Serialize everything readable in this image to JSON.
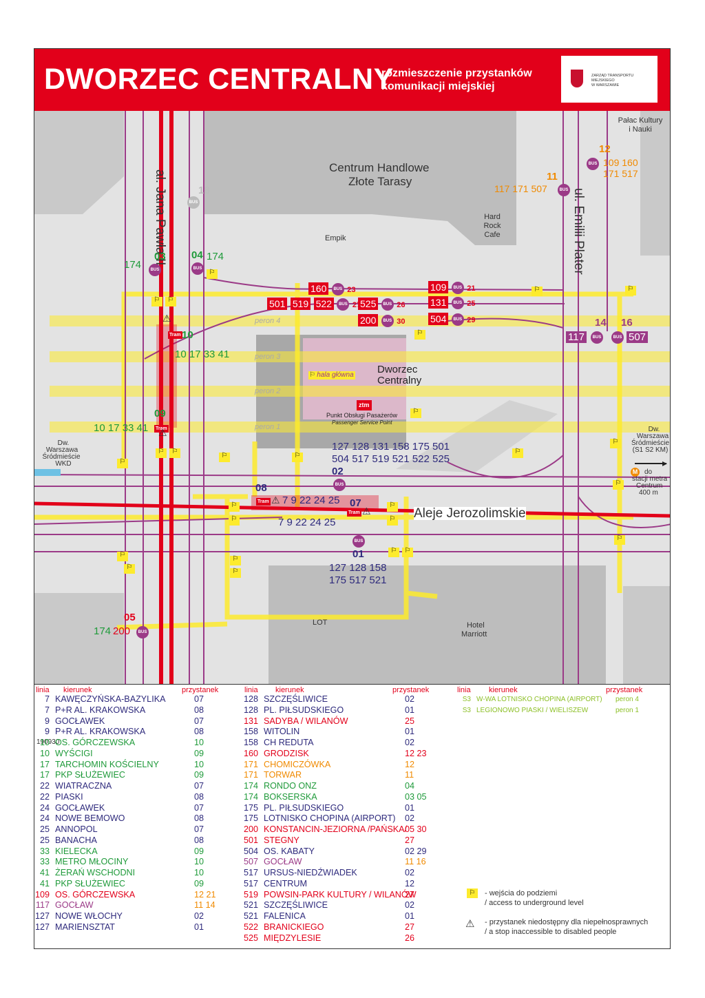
{
  "header": {
    "title": "DWORZEC CENTRALNY",
    "subtitle_line1": "rozmieszczenie przystanków",
    "subtitle_line2": "komunikacji miejskiej",
    "logo_line1": "ZARZĄD TRANSPORTU MIEJSKIEGO",
    "logo_line2": "W WARSZAWIE"
  },
  "colors": {
    "brand_red": "#e2001a",
    "tram_red": "#e2001a",
    "bus_purple": "#9b3a87",
    "navy": "#2e2a7c",
    "green": "#1f9a3a",
    "orange": "#f08a00",
    "yellow_underground": "#fdeb2d",
    "building_gray": "#bdbdbd",
    "ground_gray": "#e3e3e3"
  },
  "map": {
    "version": "190930",
    "streets": {
      "jana_pawla": "al. Jana Pawła II",
      "emilii_plater": "ul. Emilii Plater",
      "jerozolimskie": "Aleje Jerozolimskie"
    },
    "landmarks": {
      "palac": "Pałac Kultury i Nauki",
      "zlote_tarasy_1": "Centrum Handlowe",
      "zlote_tarasy_2": "Złote Tarasy",
      "hard_rock": "Hard Rock Cafe",
      "empik": "Empik",
      "dworzec_1": "Dworzec",
      "dworzec_2": "Centralny",
      "hala": "hala główna",
      "ztm": "ztm",
      "pop_1": "Punkt Obsługi Pasażerów",
      "pop_2": "Passenger Service Point",
      "lot": "LOT",
      "marriott_1": "Hotel",
      "marriott_2": "Marriott",
      "wkd_1": "Dw.",
      "wkd_2": "Warszawa",
      "wkd_3": "Śródmieście",
      "wkd_4": "WKD",
      "skm_1": "Dw.",
      "skm_2": "Warszawa",
      "skm_3": "Śródmieście",
      "skm_4": "(S1 S2 KM)",
      "metro_1": "do",
      "metro_2": "stacji metra",
      "metro_3": "Centrum",
      "metro_4": "400 m",
      "metro_symbol": "M"
    },
    "platforms": [
      "peron 4",
      "peron 3",
      "peron 2",
      "peron 1"
    ],
    "bus_label": "BUS",
    "tram_label": "Tram",
    "stops": {
      "s01": {
        "num": "01",
        "lines1": "127 128 158",
        "lines2": "175 517 521"
      },
      "s02": {
        "num": "02",
        "lines1": "127 128 131 158 175 501",
        "lines2": "504 517 519 521 522 525"
      },
      "s03": {
        "num": "03",
        "lines": "174"
      },
      "s04": {
        "num": "04",
        "lines": "174"
      },
      "s05": {
        "num": "05",
        "lines_a": "174",
        "lines_b": "200"
      },
      "s07": {
        "num": "07",
        "lines": "7 9 22 24 25"
      },
      "s08": {
        "num": "08",
        "lines": "7 9 22 24 25"
      },
      "s09": {
        "num": "09",
        "lines": "10 17 33 41"
      },
      "s10": {
        "num": "10",
        "lines": "10 17 33 41"
      },
      "s11": {
        "num": "11",
        "lines": "117 171 507"
      },
      "s12": {
        "num": "12",
        "lines1": "109 160",
        "lines2": "171 517"
      },
      "s14": {
        "num": "14",
        "lines": "117"
      },
      "s16": {
        "num": "16",
        "lines": "507"
      },
      "s18": {
        "num": "18"
      },
      "s21": {
        "num": "21",
        "lines": "109"
      },
      "s23": {
        "num": "23",
        "lines": "160"
      },
      "s25": {
        "num": "25",
        "lines": "131"
      },
      "s26": {
        "num": "26",
        "lines": "525"
      },
      "s27": {
        "num": "27",
        "lines": [
          "501",
          "519",
          "522"
        ]
      },
      "s29": {
        "num": "29",
        "lines": "504"
      },
      "s30": {
        "num": "30",
        "lines": "200"
      }
    }
  },
  "legend": {
    "col_linia": "linia",
    "col_kierunek": "kierunek",
    "col_przystanek": "przystanek",
    "col1": [
      {
        "line": "7",
        "dir": "KAWĘCZYŃSKA-BAZYLIKA",
        "stop": "07",
        "color": "#2e2a7c"
      },
      {
        "line": "7",
        "dir": "P+R AL. KRAKOWSKA",
        "stop": "08",
        "color": "#2e2a7c"
      },
      {
        "line": "9",
        "dir": "GOCŁAWEK",
        "stop": "07",
        "color": "#2e2a7c"
      },
      {
        "line": "9",
        "dir": "P+R AL. KRAKOWSKA",
        "stop": "08",
        "color": "#2e2a7c"
      },
      {
        "line": "10",
        "dir": "OS. GÓRCZEWSKA",
        "stop": "10",
        "color": "#1f9a3a"
      },
      {
        "line": "10",
        "dir": "WYŚCIGI",
        "stop": "09",
        "color": "#1f9a3a"
      },
      {
        "line": "17",
        "dir": "TARCHOMIN KOŚCIELNY",
        "stop": "10",
        "color": "#1f9a3a"
      },
      {
        "line": "17",
        "dir": "PKP SŁUŻEWIEC",
        "stop": "09",
        "color": "#1f9a3a"
      },
      {
        "line": "22",
        "dir": "WIATRACZNA",
        "stop": "07",
        "color": "#2e2a7c"
      },
      {
        "line": "22",
        "dir": "PIASKI",
        "stop": "08",
        "color": "#2e2a7c"
      },
      {
        "line": "24",
        "dir": "GOCŁAWEK",
        "stop": "07",
        "color": "#2e2a7c"
      },
      {
        "line": "24",
        "dir": "NOWE BEMOWO",
        "stop": "08",
        "color": "#2e2a7c"
      },
      {
        "line": "25",
        "dir": "ANNOPOL",
        "stop": "07",
        "color": "#2e2a7c"
      },
      {
        "line": "25",
        "dir": "BANACHA",
        "stop": "08",
        "color": "#2e2a7c"
      },
      {
        "line": "33",
        "dir": "KIELECKA",
        "stop": "09",
        "color": "#1f9a3a"
      },
      {
        "line": "33",
        "dir": "METRO MŁOCINY",
        "stop": "10",
        "color": "#1f9a3a"
      },
      {
        "line": "41",
        "dir": "ŻERAŃ WSCHODNI",
        "stop": "10",
        "color": "#1f9a3a"
      },
      {
        "line": "41",
        "dir": "PKP SŁUŻEWIEC",
        "stop": "09",
        "color": "#1f9a3a"
      },
      {
        "line": "109",
        "dir": "OS. GÓRCZEWSKA",
        "stop": "12 21",
        "color": "#e2001a",
        "stop_color": "#f08a00"
      },
      {
        "line": "117",
        "dir": "GOCŁAW",
        "stop": "11 14",
        "color": "#9b3a87",
        "stop_color": "#f08a00"
      },
      {
        "line": "127",
        "dir": "NOWE WŁOCHY",
        "stop": "02",
        "color": "#2e2a7c"
      },
      {
        "line": "127",
        "dir": "MARIENSZTAT",
        "stop": "01",
        "color": "#2e2a7c"
      }
    ],
    "col2": [
      {
        "line": "128",
        "dir": "SZCZĘŚLIWICE",
        "stop": "02",
        "color": "#2e2a7c"
      },
      {
        "line": "128",
        "dir": "PL. PIŁSUDSKIEGO",
        "stop": "01",
        "color": "#2e2a7c"
      },
      {
        "line": "131",
        "dir": "SADYBA / WILANÓW",
        "stop": "25",
        "color": "#e2001a"
      },
      {
        "line": "158",
        "dir": "WITOLIN",
        "stop": "01",
        "color": "#2e2a7c"
      },
      {
        "line": "158",
        "dir": "CH REDUTA",
        "stop": "02",
        "color": "#2e2a7c"
      },
      {
        "line": "160",
        "dir": "GRODZISK",
        "stop": "12 23",
        "color": "#e2001a"
      },
      {
        "line": "171",
        "dir": "CHOMICZÓWKA",
        "stop": "12",
        "color": "#f08a00"
      },
      {
        "line": "171",
        "dir": "TORWAR",
        "stop": "11",
        "color": "#f08a00"
      },
      {
        "line": "174",
        "dir": "RONDO ONZ",
        "stop": "04",
        "color": "#1f9a3a"
      },
      {
        "line": "174",
        "dir": "BOKSERSKA",
        "stop": "03 05",
        "color": "#1f9a3a"
      },
      {
        "line": "175",
        "dir": "PL. PIŁSUDSKIEGO",
        "stop": "01",
        "color": "#2e2a7c"
      },
      {
        "line": "175",
        "dir": "LOTNISKO CHOPINA (AIRPORT)",
        "stop": "02",
        "color": "#2e2a7c"
      },
      {
        "line": "200",
        "dir": "KONSTANCIN-JEZIORNA /PAŃSKA/",
        "stop": "05 30",
        "color": "#e2001a"
      },
      {
        "line": "501",
        "dir": "STEGNY",
        "stop": "27",
        "color": "#e2001a"
      },
      {
        "line": "504",
        "dir": "OS. KABATY",
        "stop": "02 29",
        "color": "#2e2a7c"
      },
      {
        "line": "507",
        "dir": "GOCŁAW",
        "stop": "11 16",
        "color": "#9b3a87",
        "stop_color": "#f08a00"
      },
      {
        "line": "517",
        "dir": "URSUS-NIEDŹWIADEK",
        "stop": "02",
        "color": "#2e2a7c"
      },
      {
        "line": "517",
        "dir": "CENTRUM",
        "stop": "12",
        "color": "#2e2a7c"
      },
      {
        "line": "519",
        "dir": "POWSIN-PARK KULTURY / WILANÓW",
        "stop": "27",
        "color": "#e2001a"
      },
      {
        "line": "521",
        "dir": "SZCZĘŚLIWICE",
        "stop": "02",
        "color": "#2e2a7c"
      },
      {
        "line": "521",
        "dir": "FALENICA",
        "stop": "01",
        "color": "#2e2a7c"
      },
      {
        "line": "522",
        "dir": "BRANICKIEGO",
        "stop": "27",
        "color": "#e2001a"
      },
      {
        "line": "525",
        "dir": "MIĘDZYLESIE",
        "stop": "26",
        "color": "#e2001a"
      }
    ],
    "col3": [
      {
        "line": "S3",
        "dir": "W-WA LOTNISKO CHOPINA (AIRPORT)",
        "stop": "peron 4",
        "color": "#8cbf26"
      },
      {
        "line": "S3",
        "dir": "LEGIONOWO PIASKI / WIELISZEW",
        "stop": "peron 1",
        "color": "#8cbf26"
      }
    ],
    "key_underground_1": "- wejścia do podziemi",
    "key_underground_2": "/ access to underground level",
    "key_disabled_1": "- przystanek niedostępny dla niepełnosprawnych",
    "key_disabled_2": "/ a stop inaccessible to disabled people"
  }
}
